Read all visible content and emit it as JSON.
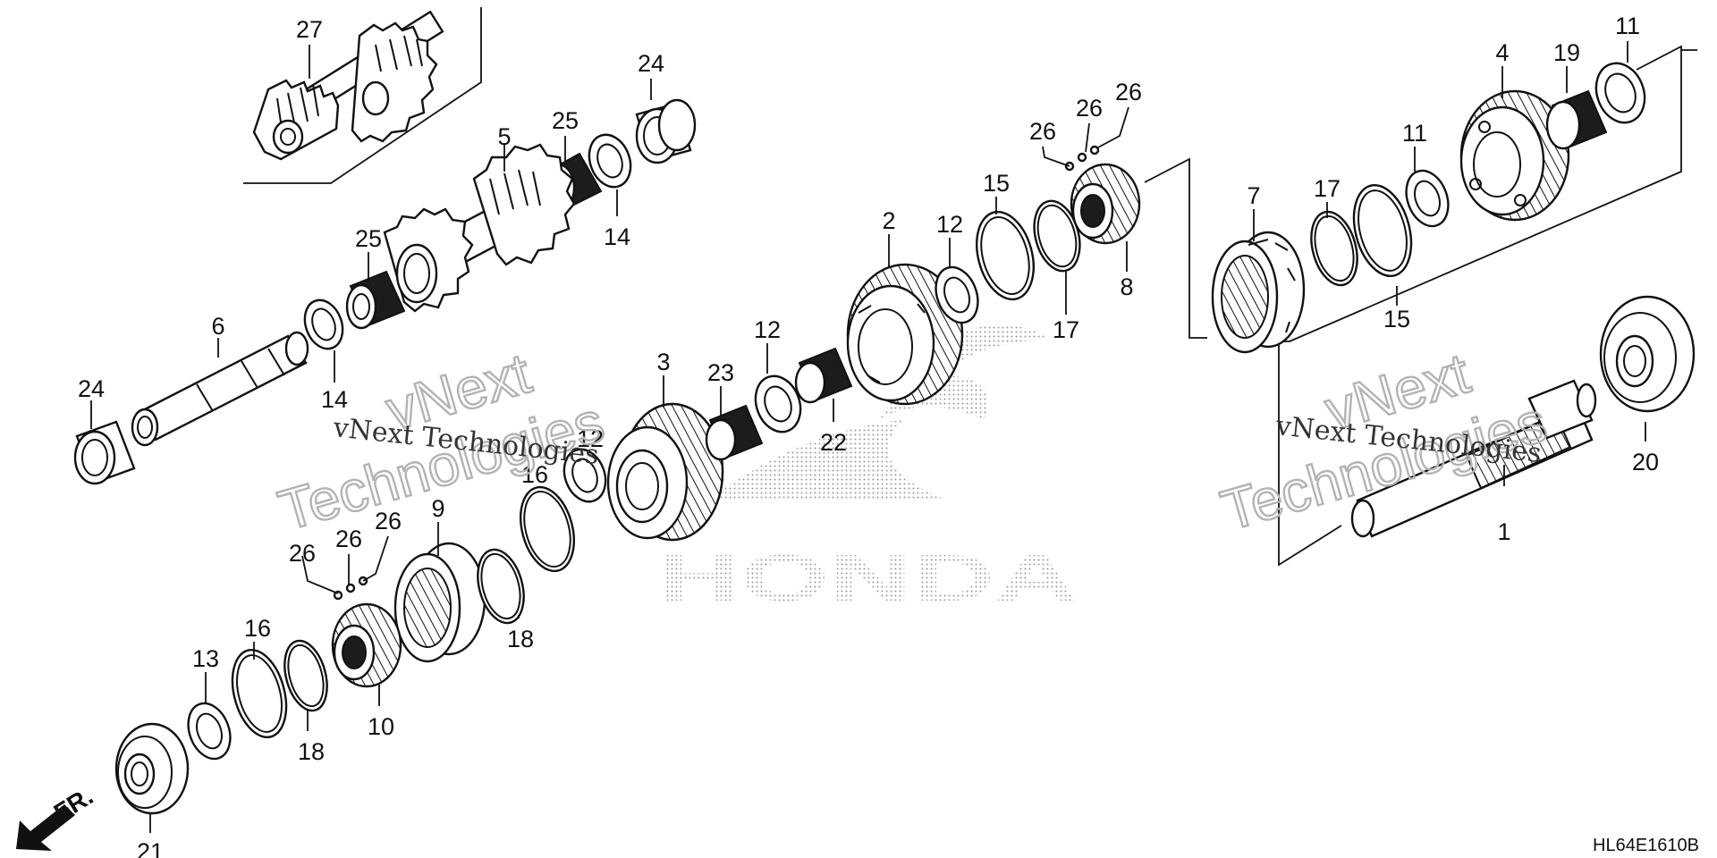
{
  "diagram": {
    "code": "HL64E1610B",
    "front_indicator": "FR.",
    "watermark_short": "vNext Technologies",
    "watermark_word_1": "vNext",
    "watermark_word_2": "Technologies",
    "logo_text": "HONDA",
    "callouts": {
      "c27": "27",
      "c24a": "24",
      "c25a": "25",
      "c5": "5",
      "c14a": "14",
      "c25b": "25",
      "c6": "6",
      "c24b": "24",
      "c14b": "14",
      "c3": "3",
      "c23": "23",
      "c12a": "12",
      "c22": "22",
      "c12b": "12",
      "c16a": "16",
      "c2": "2",
      "c12c": "12",
      "c15a": "15",
      "c17a": "17",
      "c8": "8",
      "c26a": "26",
      "c26b": "26",
      "c26c": "26",
      "c7": "7",
      "c17b": "17",
      "c15b": "15",
      "c11a": "11",
      "c4": "4",
      "c19": "19",
      "c11b": "11",
      "c20": "20",
      "c1": "1",
      "c9": "9",
      "c26d": "26",
      "c26e": "26",
      "c26f": "26",
      "c18a": "18",
      "c16b": "16",
      "c13": "13",
      "c18b": "18",
      "c10": "10",
      "c21": "21"
    }
  }
}
